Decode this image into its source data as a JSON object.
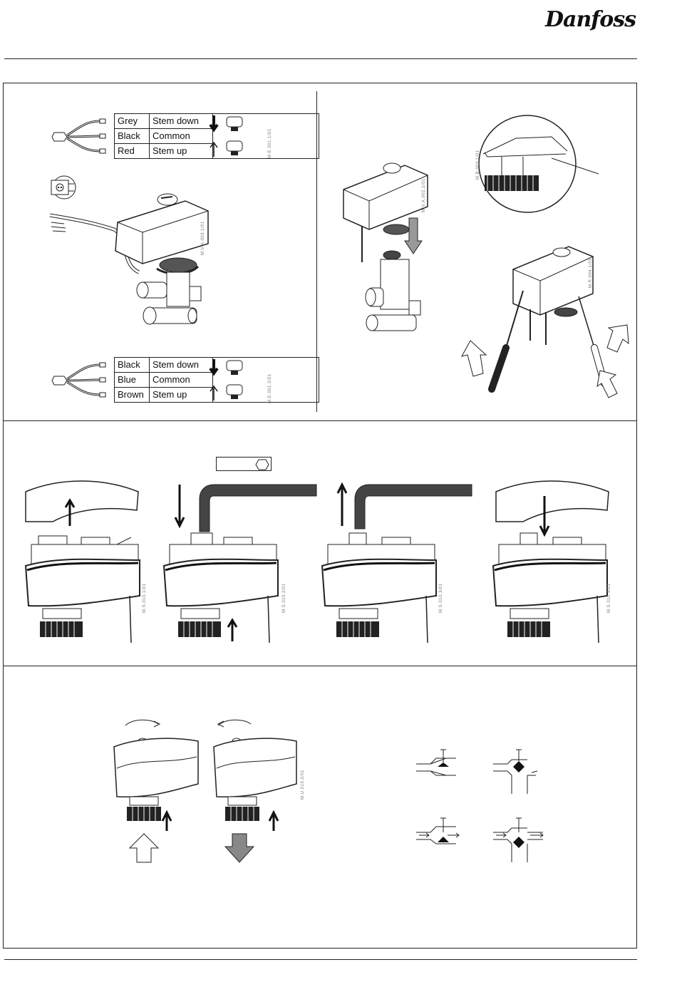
{
  "brand": {
    "logo_text": "Danfoss"
  },
  "panel1_left": {
    "table_top": {
      "rows": [
        {
          "wire": "Grey",
          "function": "Stem down"
        },
        {
          "wire": "Black",
          "function": "Common"
        },
        {
          "wire": "Red",
          "function": "Stem up"
        }
      ],
      "code": "M.E.001.1/01"
    },
    "table_bottom": {
      "rows": [
        {
          "wire": "Black",
          "function": "Stem down"
        },
        {
          "wire": "Blue",
          "function": "Common"
        },
        {
          "wire": "Brown",
          "function": "Stem up"
        }
      ],
      "code": "M.E.001.2/01"
    },
    "assembly_code": "M.V.A.003.1/01"
  },
  "panel1_right": {
    "mount_code": "M.V.A.002.2/01",
    "detail_code": "M.B.003.1/01",
    "removal_code": "M.R.004.1/01"
  },
  "panel2": {
    "codes": [
      "M.S.010.1/01",
      "M.S.010.2/01",
      "M.S.010.3/01",
      "M.S.010.4/01"
    ]
  },
  "panel3": {
    "code": "M.U.010.2/01"
  },
  "icons": [
    "danfoss-logo",
    "power-plug-icon",
    "hex-key-icon",
    "arrow-up-icon",
    "arrow-down-icon",
    "rotate-icon",
    "valve-symbol-icon"
  ]
}
